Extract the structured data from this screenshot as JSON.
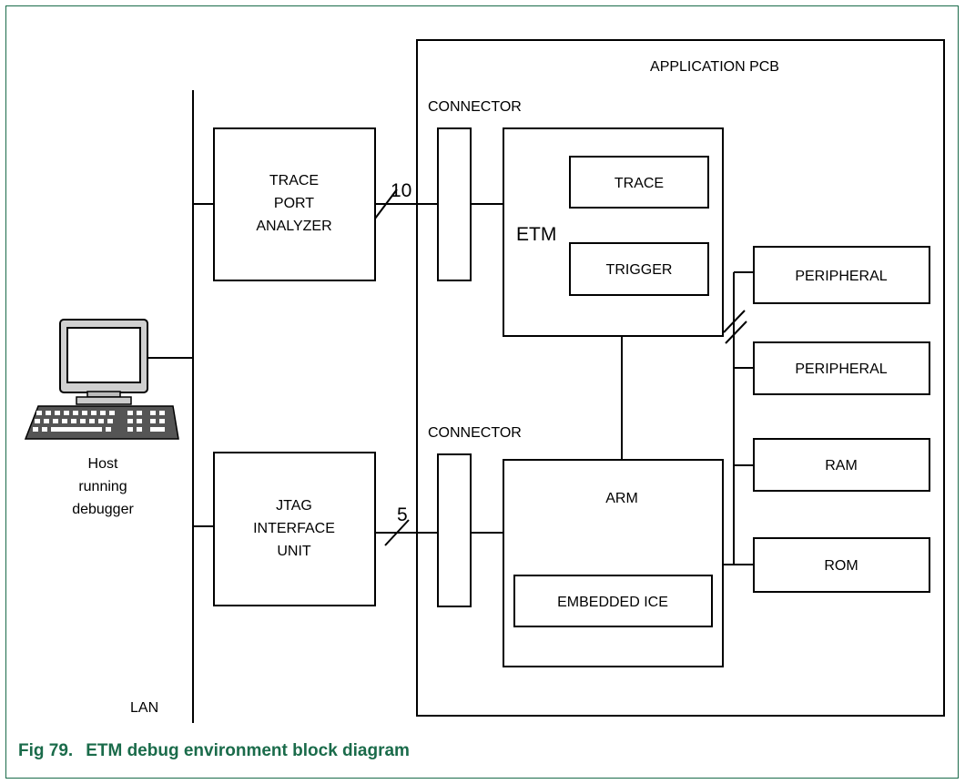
{
  "figure": {
    "number": "Fig 79.",
    "title": "ETM debug environment block diagram"
  },
  "labels": {
    "application_pcb": "APPLICATION PCB",
    "connector_top": "CONNECTOR",
    "connector_bottom": "CONNECTOR",
    "trace_port_analyzer": [
      "TRACE",
      "PORT",
      "ANALYZER"
    ],
    "jtag_interface_unit": [
      "JTAG",
      "INTERFACE",
      "UNIT"
    ],
    "etm": "ETM",
    "trace": "TRACE",
    "trigger": "TRIGGER",
    "arm": "ARM",
    "embedded_ice": "EMBEDDED ICE",
    "peripheral_1": "PERIPHERAL",
    "peripheral_2": "PERIPHERAL",
    "ram": "RAM",
    "rom": "ROM",
    "host": [
      "Host",
      "running",
      "debugger"
    ],
    "lan": "LAN",
    "bus_width_trace": "10",
    "bus_width_jtag": "5"
  },
  "icons": {
    "host_computer": "desktop-computer-icon"
  },
  "colors": {
    "caption": "#1a6b4a",
    "frame_border": "#1a6b4a"
  }
}
